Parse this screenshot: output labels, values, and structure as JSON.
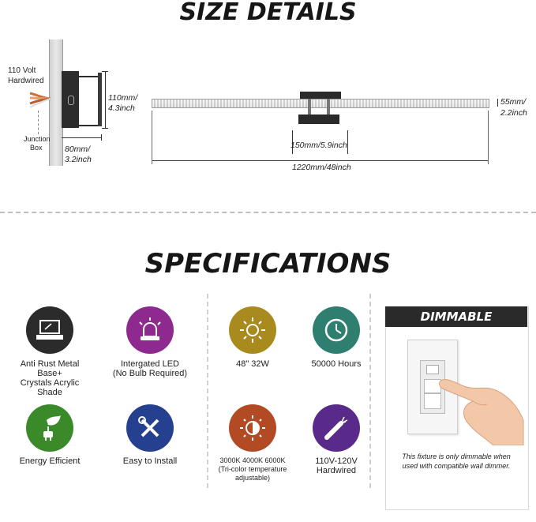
{
  "size_details": {
    "title": "SIZE DETAILS",
    "voltage_label": "110 Volt",
    "hardwired_label": "Hardwired",
    "junction_label": "Junction",
    "box_label": "Box",
    "height_mm": "110mm/",
    "height_in": "4.3inch",
    "depth_mm": "80mm/",
    "depth_in": "3.2inch",
    "bar_height_mm": "55mm/",
    "bar_height_in": "2.2inch",
    "base_width": "150mm/5.9inch",
    "total_length": "1220mm/48inch"
  },
  "specifications": {
    "title": "SPECIFICATIONS",
    "items": [
      {
        "icon": "laptop-base-icon",
        "color": "#2b2b2b",
        "line1": "Anti Rust Metal Base+",
        "line2": "Crystals Acrylic Shade"
      },
      {
        "icon": "led-alarm-icon",
        "color": "#8e2a8f",
        "line1": "Intergated LED",
        "line2": "(No Bulb Required)"
      },
      {
        "icon": "sun-icon",
        "color": "#a88a1e",
        "line1": "48\" 32W",
        "line2": ""
      },
      {
        "icon": "clock-icon",
        "color": "#2e7f6f",
        "line1": "50000 Hours",
        "line2": ""
      },
      {
        "icon": "eco-plug-icon",
        "color": "#3a8a2a",
        "line1": "Energy Efficient",
        "line2": ""
      },
      {
        "icon": "tools-icon",
        "color": "#25408f",
        "line1": "Easy to Install",
        "line2": ""
      },
      {
        "icon": "color-temp-icon",
        "color": "#b24a24",
        "line1": "3000K 4000K 6000K",
        "line2": "(Tri-color temperature adjustable)"
      },
      {
        "icon": "wire-icon",
        "color": "#5a2a8a",
        "line1": "110V-120V",
        "line2": "Hardwired"
      }
    ]
  },
  "dimmable": {
    "header": "DIMMABLE",
    "note_line1": "This fixture is only dimmable when",
    "note_line2": "used with compatible wall dimmer."
  }
}
